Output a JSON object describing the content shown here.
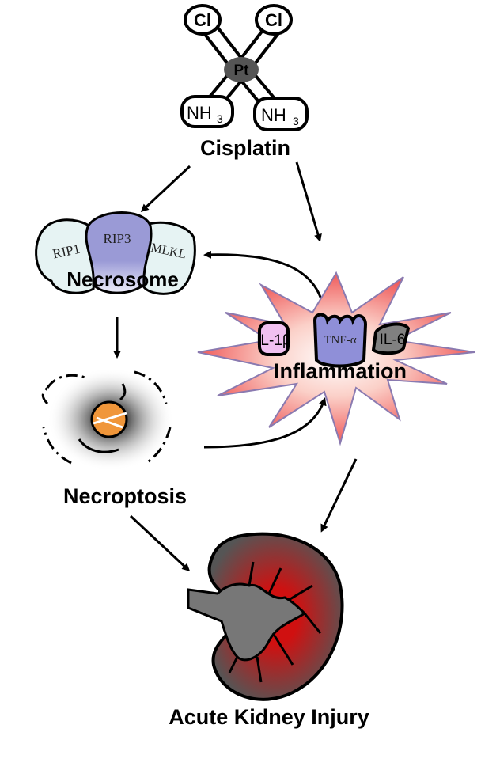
{
  "molecule": {
    "cl_left": "Cl",
    "cl_right": "Cl",
    "center": "Pt",
    "nh3_left": "NH",
    "nh3_right": "NH",
    "subscript": "3",
    "label": "Cisplatin"
  },
  "necrosome": {
    "rip1": "RIP1",
    "rip3": "RIP3",
    "mlkl": "MLKL",
    "label": "Necrosome",
    "rip3_color": "#9a9ad6",
    "side_color": "#e6f3f3"
  },
  "inflammation": {
    "il1b": "IL-1β",
    "tnfa": "TNF-α",
    "il6": "IL-6",
    "label": "Inflammation",
    "burst_color": "#f27a7a",
    "tnf_color": "#8f8fd8",
    "il1b_color": "#f0c0f0",
    "il6_color": "#808080"
  },
  "necroptosis": {
    "label": "Necroptosis",
    "nucleus_color": "#f0963a"
  },
  "kidney": {
    "label": "Acute Kidney Injury",
    "injury_color": "#d01010"
  }
}
